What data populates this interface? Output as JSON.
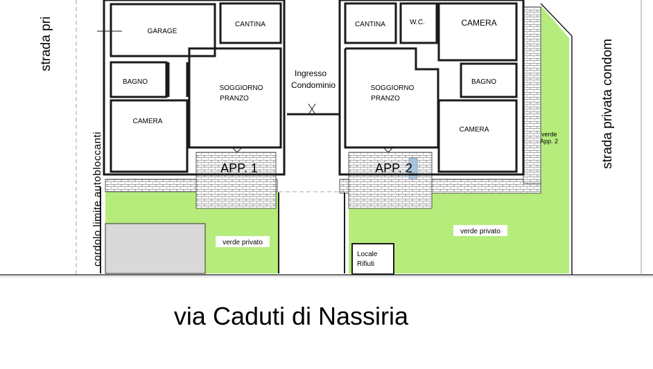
{
  "rooms": {
    "garage": "GARAGE",
    "cantina_1": "CANTINA",
    "bagno_1": "BAGNO",
    "soggiorno_1_line1": "SOGGIORNO",
    "soggiorno_1_line2": "PRANZO",
    "camera_1": "CAMERA",
    "cantina_2": "CANTINA",
    "wc": "W.C.",
    "camera_2a": "CAMERA",
    "bagno_2": "BAGNO",
    "soggiorno_2_line1": "SOGGIORNO",
    "soggiorno_2_line2": "PRANZO",
    "camera_2b": "CAMERA"
  },
  "apartments": {
    "app1": "APP. 1",
    "app2": "APP. 2"
  },
  "ingresso": {
    "line1": "Ingresso",
    "line2": "Condominio"
  },
  "verde": {
    "privato_1": "verde privato",
    "privato_2": "verde privato",
    "app2_line1": "verde",
    "app2_line2": "App. 2"
  },
  "locale_rifiuti": {
    "line1": "Locale",
    "line2": "Rifiuti"
  },
  "side_labels": {
    "strada_left": "strada  pri",
    "cordolo": "cordolo  limite  autobloccanti",
    "strada_right": "strada  privata condom"
  },
  "street": "via Caduti di Nassiria",
  "colors": {
    "green": "#b5ec7c",
    "grey": "#d9d9d9",
    "walls": "#1a1a1a"
  }
}
